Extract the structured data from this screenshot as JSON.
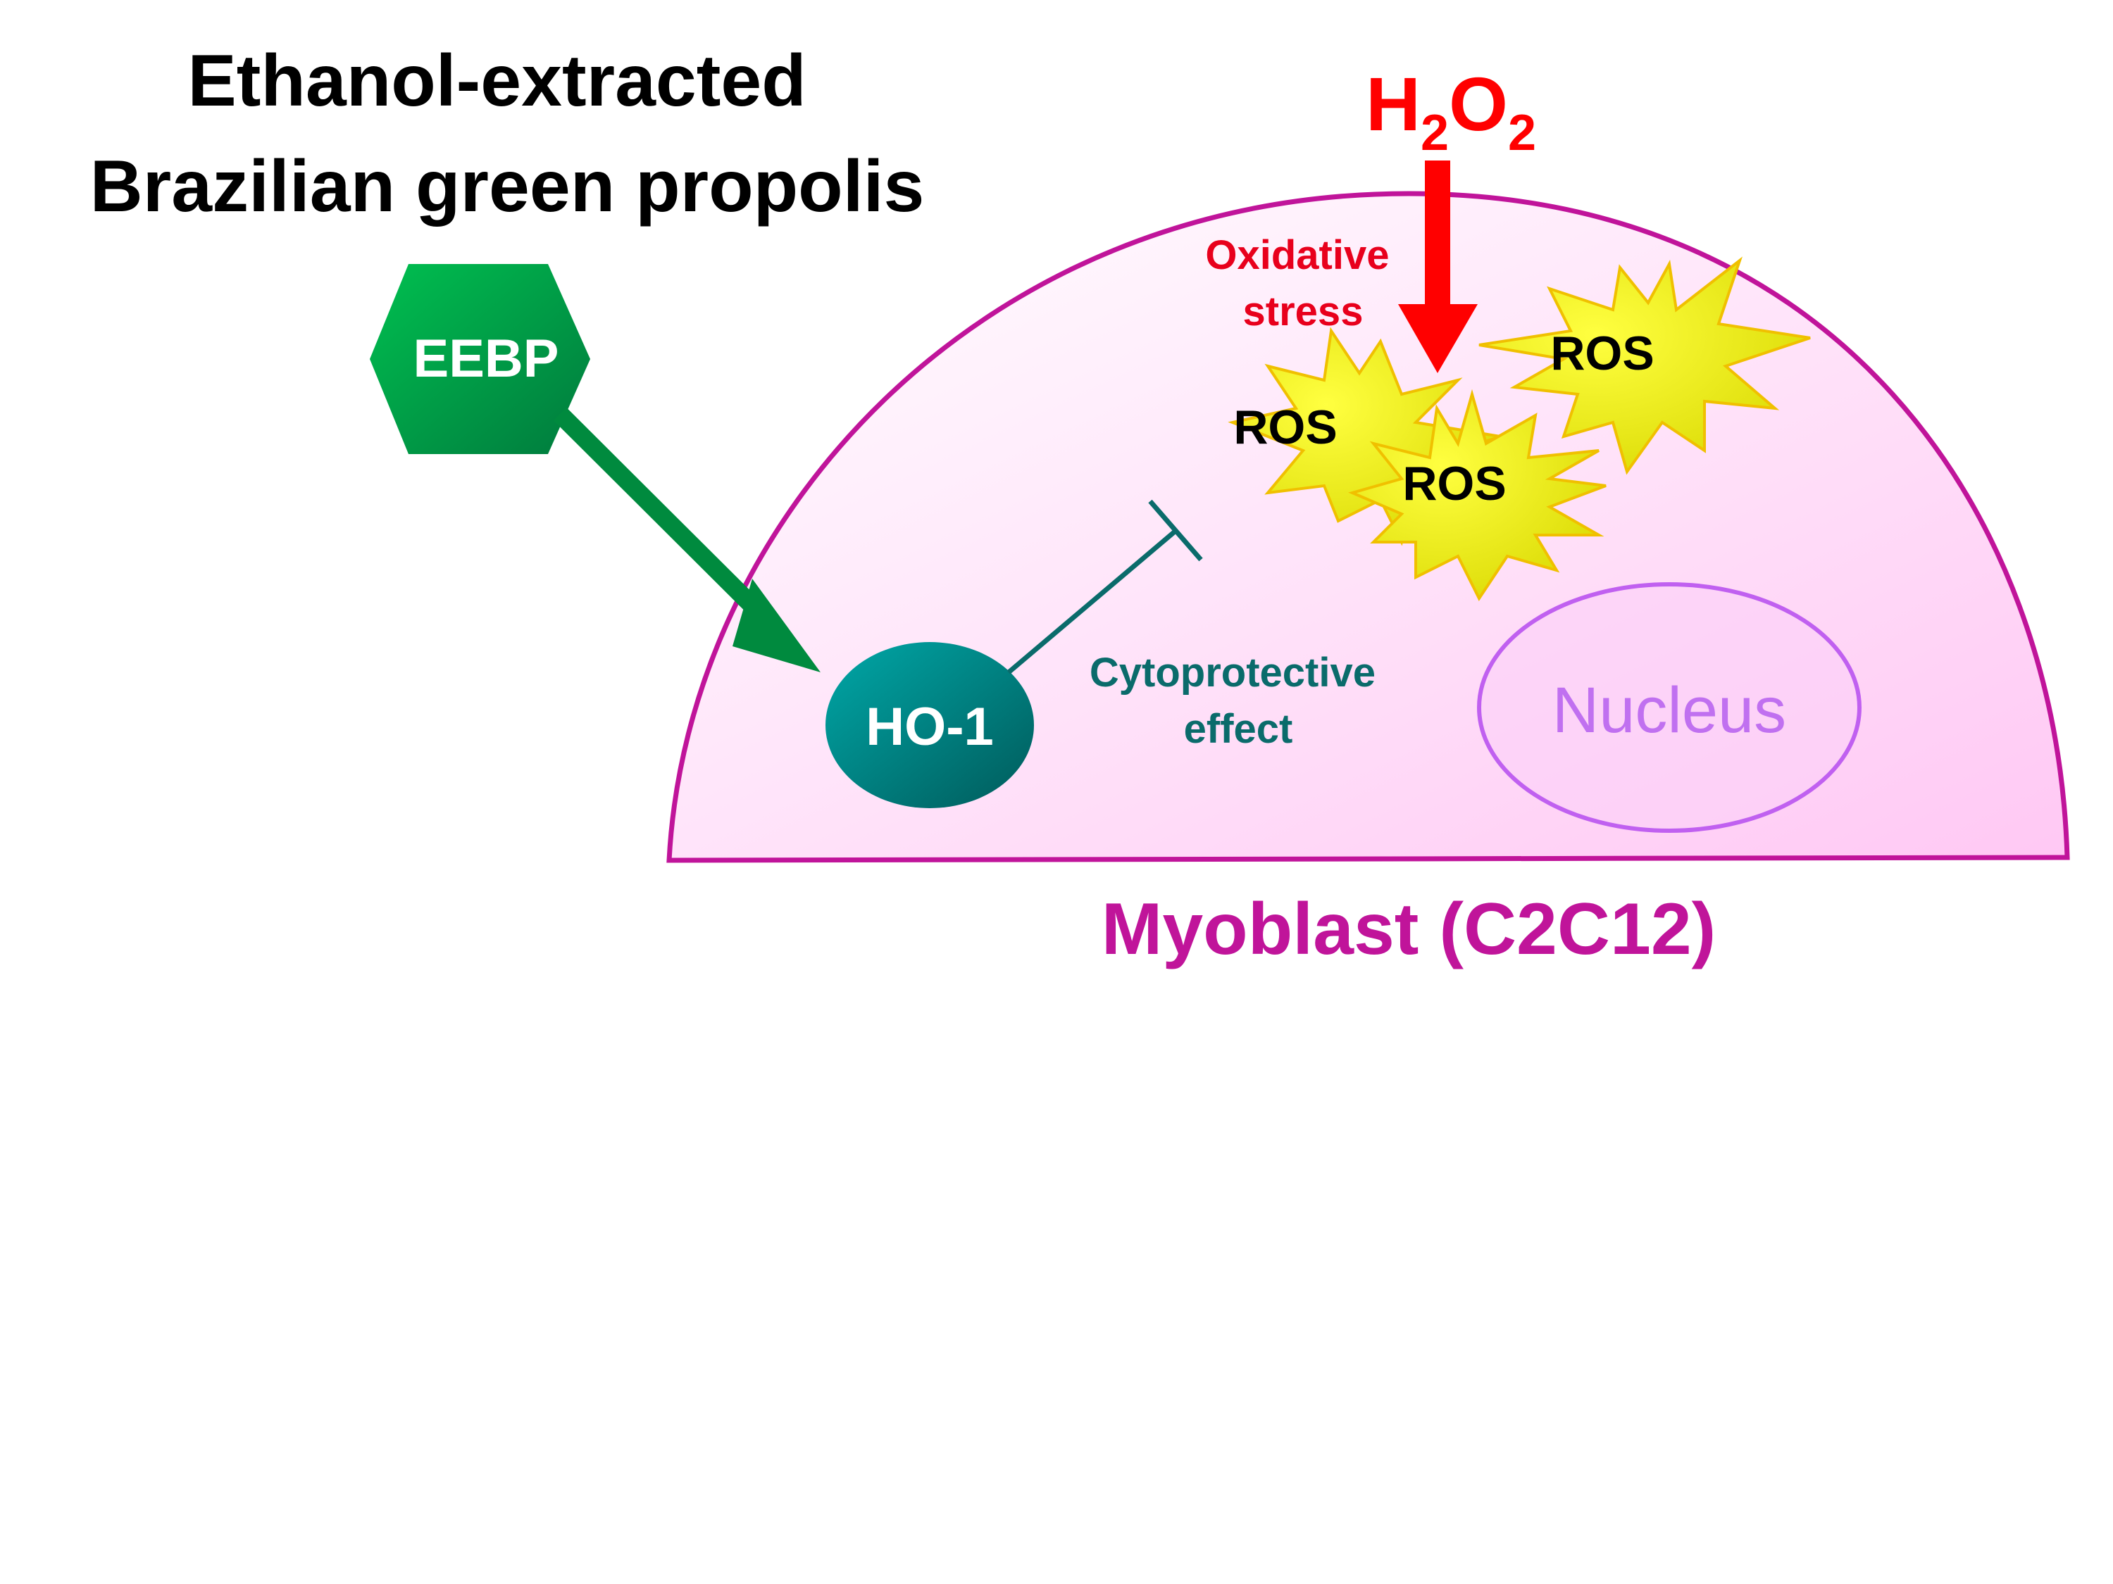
{
  "title": {
    "line1": "Ethanol-extracted",
    "line2": "Brazilian green propolis"
  },
  "eebp_label": "EEBP",
  "h2o2": {
    "main": "H",
    "sub1": "2",
    "mid": "O",
    "sub2": "2"
  },
  "oxidative_stress": {
    "line1": "Oxidative",
    "line2": "stress"
  },
  "ros_labels": [
    "ROS",
    "ROS",
    "ROS"
  ],
  "ho1_label": "HO-1",
  "cytoprotective": {
    "line1": "Cytoprotective",
    "line2": "effect"
  },
  "nucleus_label": "Nucleus",
  "cell_label": "Myoblast (C2C12)",
  "colors": {
    "title": "#000000",
    "h2o2": "#ff0000",
    "oxidative_stress": "#e8001c",
    "eebp_fill_light": "#00b050",
    "eebp_fill_dark": "#007a3d",
    "eebp_arrow": "#008a3e",
    "ho1_fill_light": "#00a0a0",
    "ho1_fill_dark": "#006060",
    "cytoprotective": "#0a6b6b",
    "cell_border": "#c0149a",
    "cell_fill_light": "#ffffff",
    "cell_fill_dark": "#ffc8f4",
    "nucleus_border": "#c060f0",
    "nucleus_text": "#c070f0",
    "ros_fill": "#f4f400",
    "ros_border": "#f0c000",
    "cell_label": "#c0149a"
  }
}
